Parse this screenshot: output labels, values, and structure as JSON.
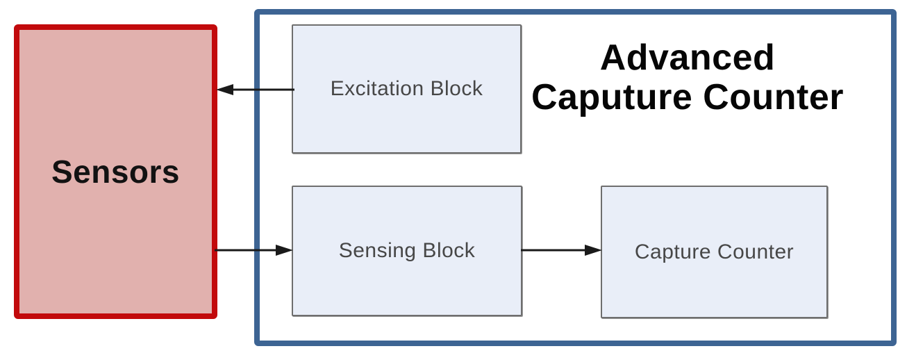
{
  "diagram": {
    "sensors": {
      "label": "Sensors"
    },
    "container": {
      "title_lines": [
        "Advanced",
        "Caputure Counter"
      ],
      "blocks": [
        {
          "id": "excitation-block",
          "label": "Excitation Block"
        },
        {
          "id": "sensing-block",
          "label": "Sensing Block"
        },
        {
          "id": "capture-counter",
          "label": "Capture Counter"
        }
      ]
    },
    "arrows": [
      {
        "from": "excitation-block",
        "to": "sensors",
        "direction": "left"
      },
      {
        "from": "sensors",
        "to": "sensing-block",
        "direction": "right"
      },
      {
        "from": "sensing-block",
        "to": "capture-counter",
        "direction": "right"
      }
    ],
    "colors": {
      "sensors_border": "#c20a0c",
      "sensors_fill": "#e1b1ae",
      "container_border": "#3d6493",
      "block_fill": "#e9eef8",
      "block_border": "#6e6e6e",
      "arrow": "#1a1a1a",
      "title_text": "#060606",
      "block_text": "#474747",
      "background": "#ffffff"
    }
  }
}
